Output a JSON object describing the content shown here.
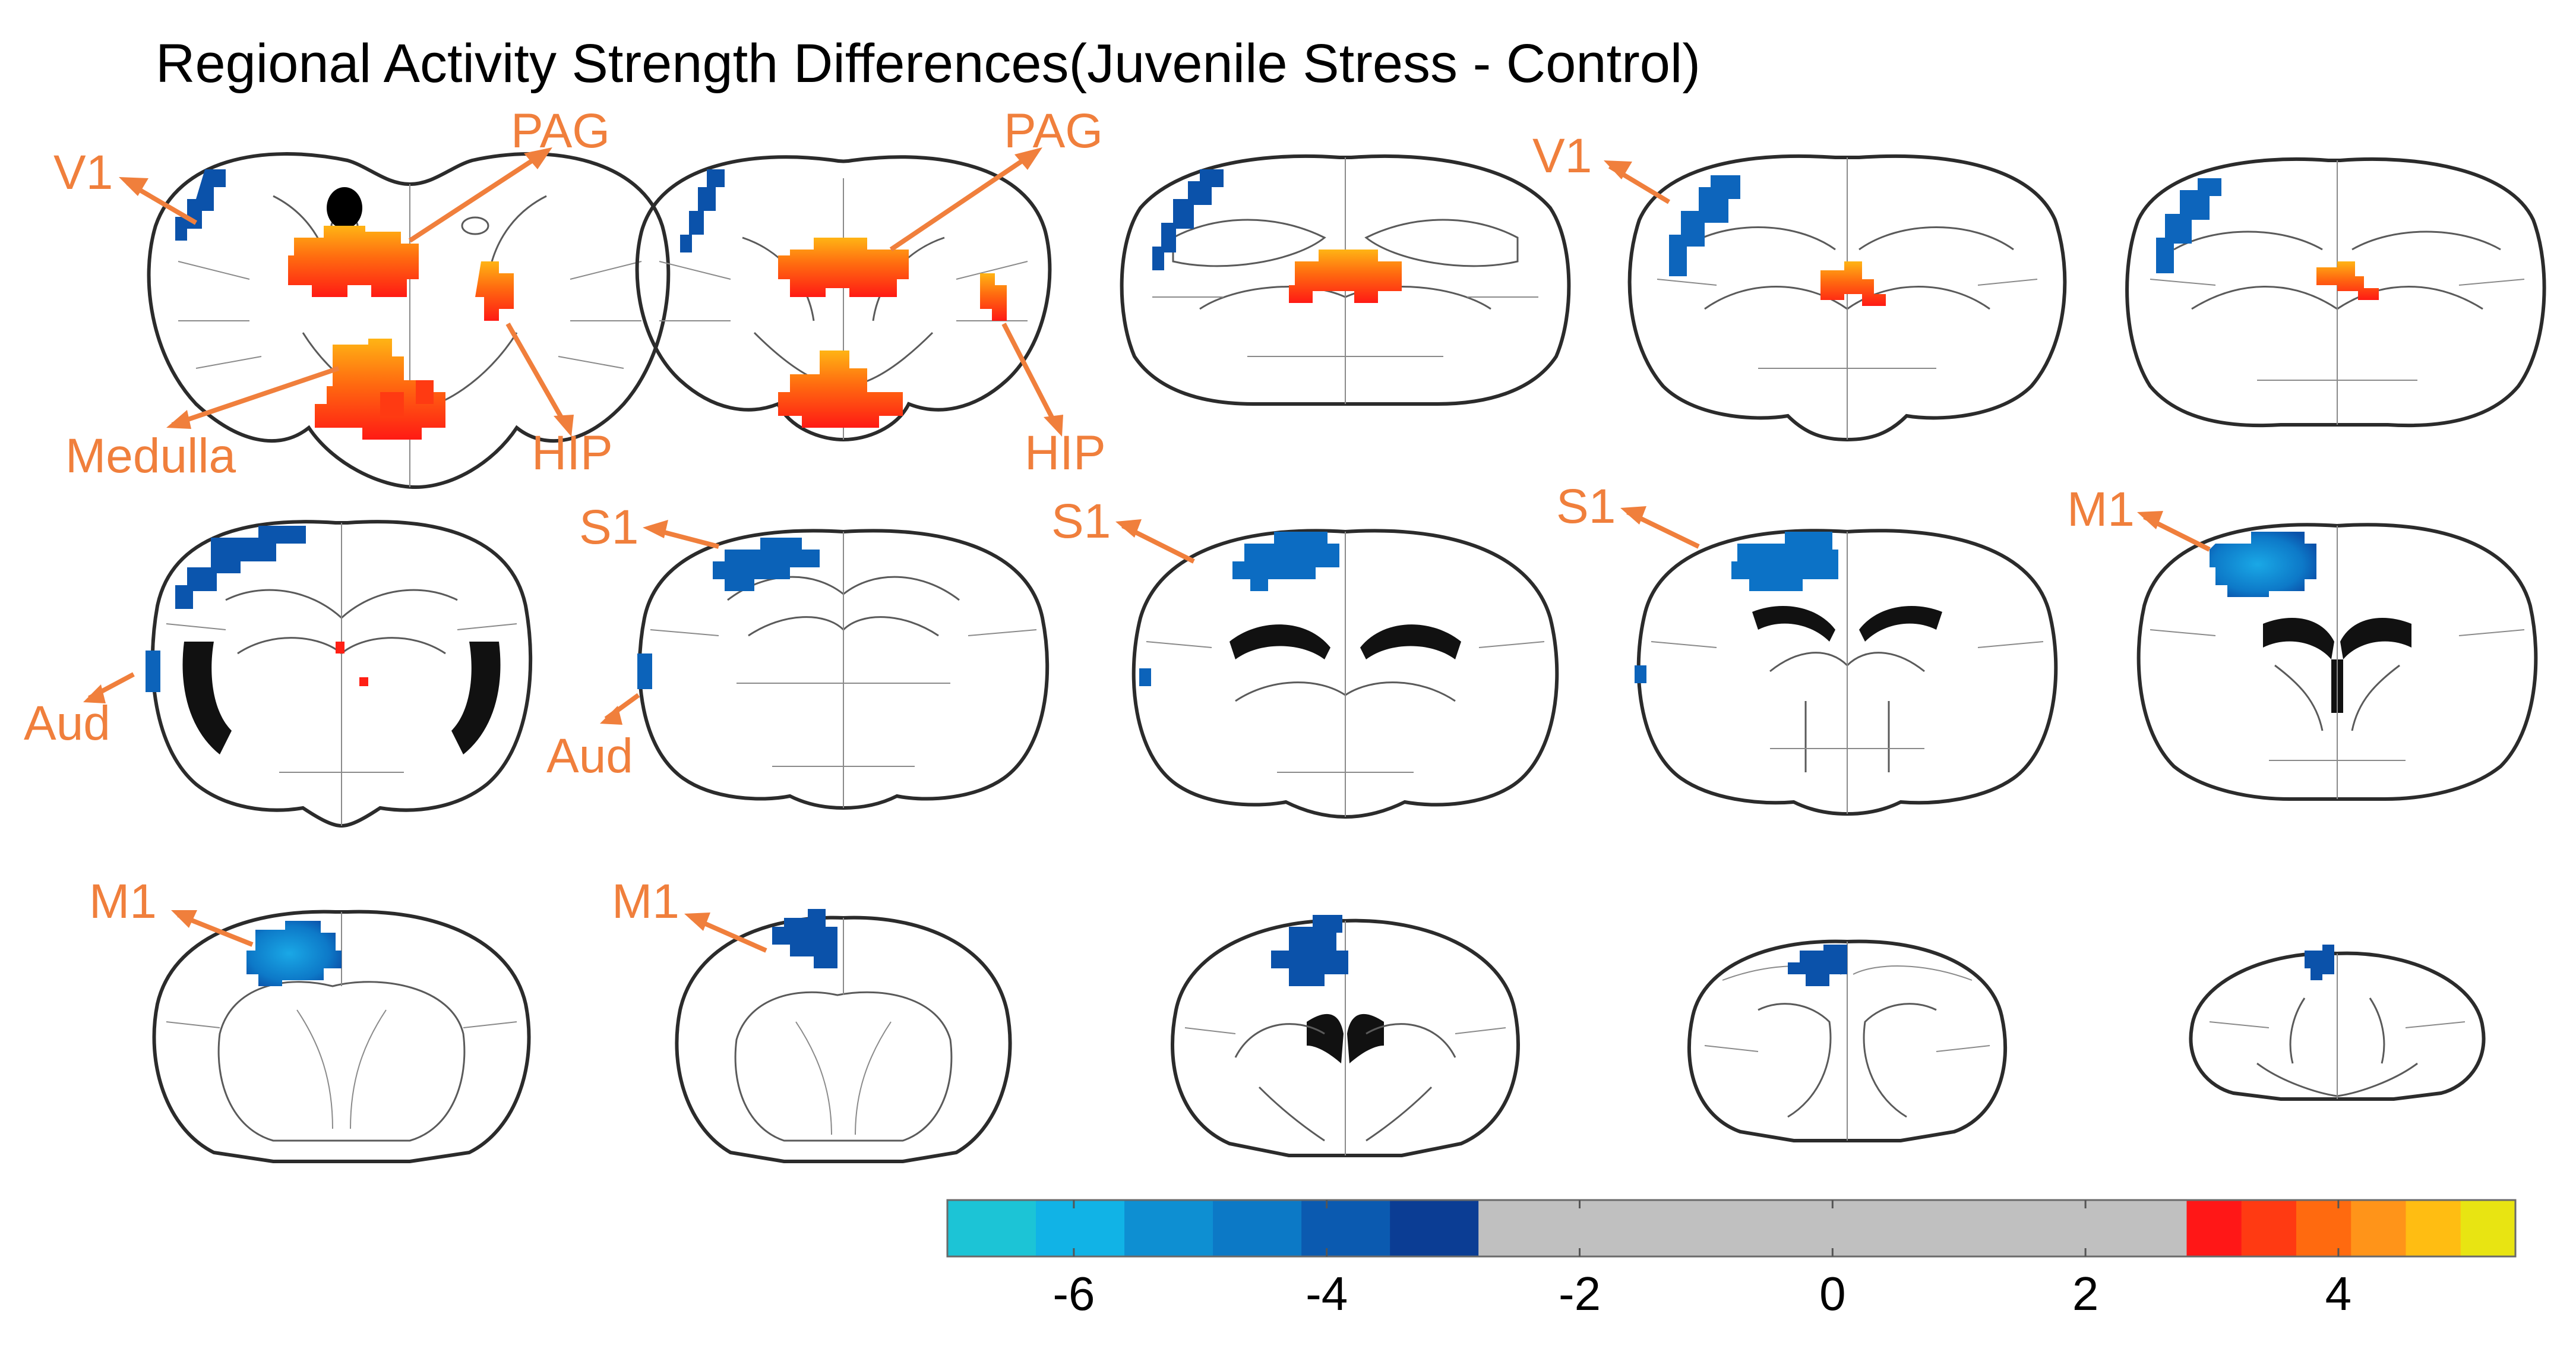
{
  "title": "Regional Activity Strength Differences(Juvenile Stress - Control)",
  "regions": {
    "v1": "V1",
    "pag": "PAG",
    "medulla": "Medulla",
    "hip": "HIP",
    "s1": "S1",
    "aud": "Aud",
    "m1": "M1"
  },
  "colorbar": {
    "ticks": [
      -6,
      -4,
      -2,
      0,
      2,
      4
    ],
    "range": [
      -7,
      5.4
    ],
    "null_band": [
      -2.8,
      2.8
    ],
    "null_color": "#c0c0c0",
    "negative_colors": [
      "#1cc4d6",
      "#11b3e6",
      "#0e8fd2",
      "#0c79c6",
      "#0b5ab0",
      "#0b3d94"
    ],
    "positive_colors": [
      "#ff1717",
      "#ff3a12",
      "#ff6a0f",
      "#ff9419",
      "#ffbd12",
      "#e8e412"
    ]
  },
  "accent_color": "#f07f3c",
  "slices": [
    {
      "id": "s1r1",
      "row": 1,
      "kind": "caudal",
      "blobs": [
        "v1",
        "pag",
        "medulla",
        "hip"
      ]
    },
    {
      "id": "s2r1",
      "row": 1,
      "kind": "caudal",
      "blobs": [
        "v1",
        "pag",
        "medulla",
        "hip"
      ]
    },
    {
      "id": "s3r1",
      "row": 1,
      "kind": "mid",
      "blobs": [
        "v1",
        "pag"
      ]
    },
    {
      "id": "s4r1",
      "row": 1,
      "kind": "mid",
      "blobs": [
        "v1",
        "pag"
      ]
    },
    {
      "id": "s5r1",
      "row": 1,
      "kind": "mid",
      "blobs": [
        "v1",
        "pag"
      ]
    },
    {
      "id": "s1r2",
      "row": 2,
      "kind": "mid",
      "blobs": [
        "s1",
        "aud"
      ]
    },
    {
      "id": "s2r2",
      "row": 2,
      "kind": "mid",
      "blobs": [
        "s1",
        "aud"
      ]
    },
    {
      "id": "s3r2",
      "row": 2,
      "kind": "mid",
      "blobs": [
        "s1",
        "aud"
      ]
    },
    {
      "id": "s4r2",
      "row": 2,
      "kind": "mid",
      "blobs": [
        "s1",
        "aud"
      ]
    },
    {
      "id": "s5r2",
      "row": 2,
      "kind": "mid",
      "blobs": [
        "m1"
      ]
    },
    {
      "id": "s1r3",
      "row": 3,
      "kind": "rostral",
      "blobs": [
        "m1"
      ]
    },
    {
      "id": "s2r3",
      "row": 3,
      "kind": "rostral",
      "blobs": [
        "m1"
      ]
    },
    {
      "id": "s3r3",
      "row": 3,
      "kind": "rostral",
      "blobs": [
        "m1"
      ]
    },
    {
      "id": "s4r3",
      "row": 3,
      "kind": "rostral",
      "blobs": [
        "m1"
      ]
    },
    {
      "id": "s5r3",
      "row": 3,
      "kind": "rostral",
      "blobs": [
        "m1"
      ]
    }
  ]
}
